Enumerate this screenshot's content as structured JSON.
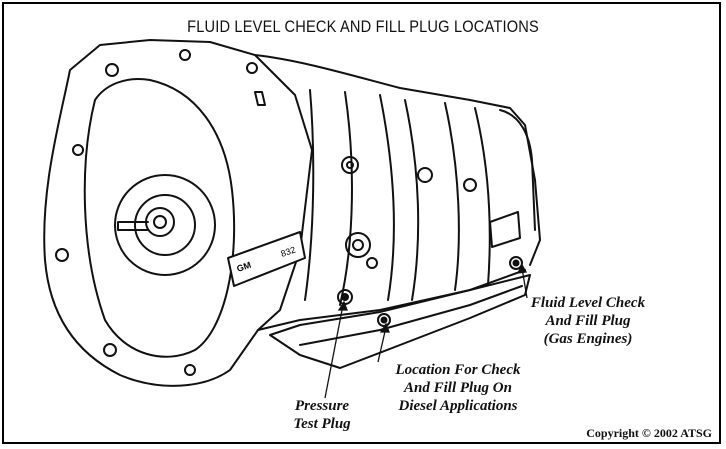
{
  "title": "FLUID LEVEL CHECK AND FILL PLUG LOCATIONS",
  "labels": {
    "fluid_check": [
      "Fluid Level Check",
      "And Fill Plug",
      "(Gas Engines)"
    ],
    "diesel": [
      "Location For Check",
      "And Fill Plug On",
      "Diesel Applications"
    ],
    "pressure": [
      "Pressure",
      "Test Plug"
    ]
  },
  "part_tag": {
    "brand": "GM",
    "number": "832"
  },
  "copyright": "Copyright © 2002 ATSG"
}
